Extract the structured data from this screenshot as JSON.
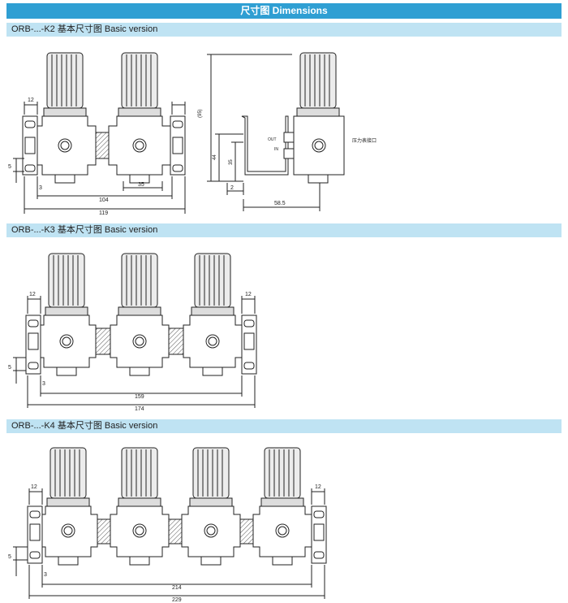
{
  "header": {
    "title": "尺寸图 Dimensions"
  },
  "sections": [
    {
      "label": "ORB-...-K2 基本尺寸图 Basic version",
      "dims": {
        "left_offset": "12",
        "bottom_left": "3",
        "side_h": "5",
        "port": "35",
        "overall_inner": "104",
        "overall": "119"
      },
      "side_view": {
        "height_total": "(95)",
        "height": "44",
        "port_h": "35",
        "left": "2",
        "width": "58.5",
        "out_label": "OUT",
        "in_label": "IN",
        "gauge_label": "压力表接口"
      }
    },
    {
      "label": "ORB-...-K3 基本尺寸图 Basic version",
      "dims": {
        "left_offset": "12",
        "right_offset": "12",
        "bottom_left": "3",
        "side_h": "5",
        "overall_inner": "159",
        "overall": "174"
      }
    },
    {
      "label": "ORB-...-K4 基本尺寸图 Basic version",
      "dims": {
        "left_offset": "12",
        "right_offset": "12",
        "bottom_left": "3",
        "side_h": "5",
        "overall_inner": "214",
        "overall": "229"
      }
    }
  ]
}
